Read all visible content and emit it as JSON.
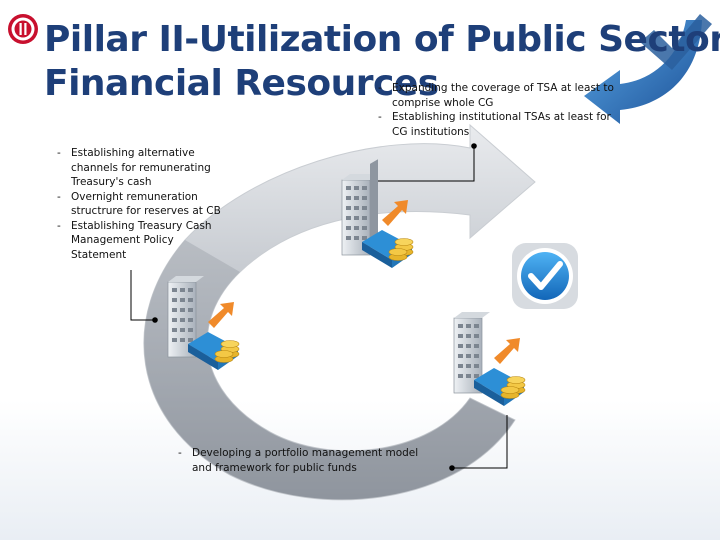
{
  "title": {
    "line1": "Pillar II-Utilization of Public Sector",
    "line2": "Financial Resources"
  },
  "bullets_top": [
    "Expanding the coverage of TSA at least to comprise whole CG",
    "Establishing institutional TSAs at least for CG institutions"
  ],
  "bullets_left": [
    "Establishing alternative channels for remunerating Treasury's cash",
    "Overnight remuneration structrure for reserves at CB",
    "Establishing Treasury Cash Management Policy Statement"
  ],
  "bullets_bottom": [
    "Developing a portfolio management model and framework for public funds"
  ],
  "icons": {
    "logo": "institution-logo-icon",
    "refresh_arrow": "curved-arrow-icon",
    "check": "checkmark-icon",
    "building": "office-building-icon",
    "coins": "coin-stack-icon",
    "up_arrow": "growth-arrow-icon"
  },
  "colors": {
    "title": "#1e3f79",
    "cycle_light": "#e4e7eb",
    "cycle_dark": "#9ea4ad",
    "check_blue": "#1f86d6",
    "arrow_blue": "#1b68b3",
    "connector": "#000000"
  }
}
